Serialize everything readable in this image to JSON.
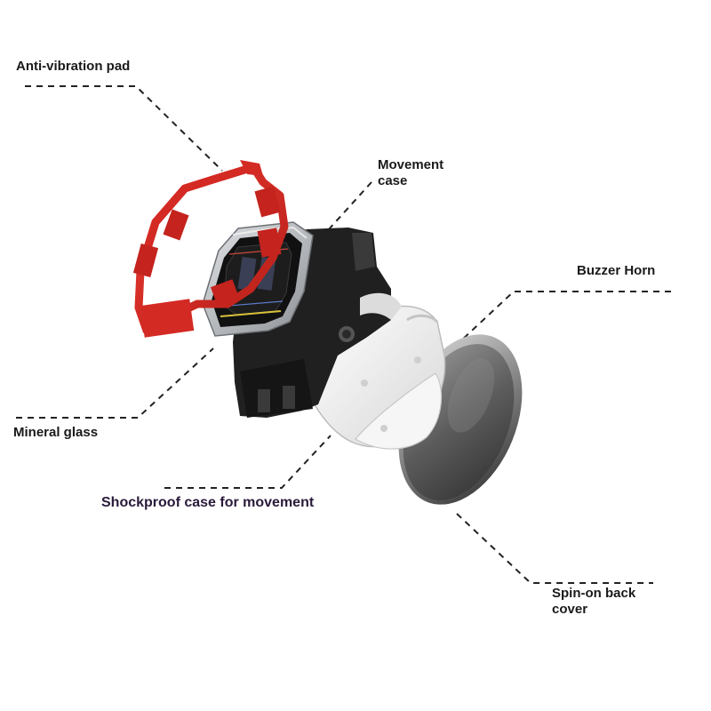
{
  "labels": {
    "anti_vibration_pad": "Anti-vibration pad",
    "movement_case_line1": "Movement",
    "movement_case_line2": "case",
    "buzzer_horn": "Buzzer Horn",
    "mineral_glass": "Mineral glass",
    "shockproof_case": "Shockproof case for movement",
    "back_cover_line1": "Spin-on back",
    "back_cover_line2": "cover"
  },
  "colors": {
    "bumper_red": "#d42a24",
    "case_black": "#1e1e1e",
    "bezel_silver": "#b9bcbf",
    "shock_white": "#eeeeee",
    "back_steel": "#6e6e6e",
    "label_text": "#1a1a1a",
    "label_purple": "#2a1a3a",
    "leader_line": "#222222"
  }
}
